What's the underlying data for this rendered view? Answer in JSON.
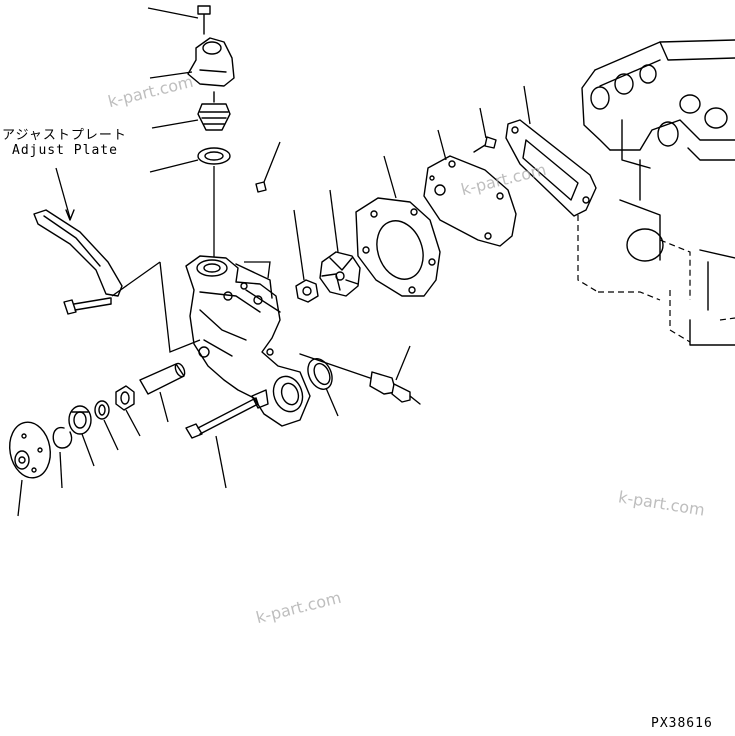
{
  "labels": {
    "adjust_plate_jp": "アジャストプレート",
    "adjust_plate_en": "Adjust Plate",
    "diagram_code": "PX38616"
  },
  "watermark": "k-part.com"
}
